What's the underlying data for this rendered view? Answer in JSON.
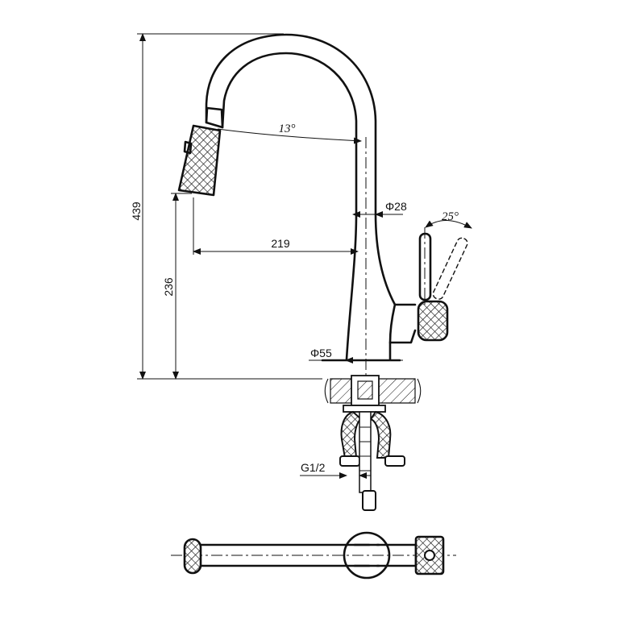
{
  "dimensions": {
    "total_height": "439",
    "spout_height": "236",
    "reach": "219",
    "spout_angle": "13°",
    "handle_angle": "25°",
    "body_diameter": "Φ28",
    "base_diameter": "Φ55",
    "connection_thread": "G1/2"
  }
}
